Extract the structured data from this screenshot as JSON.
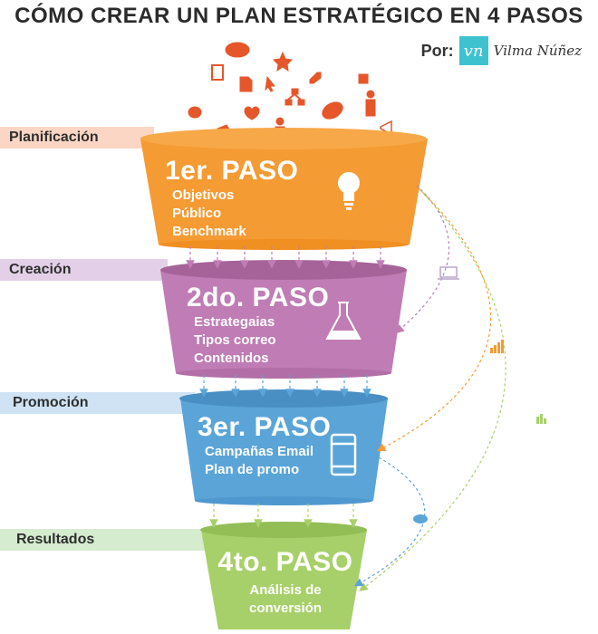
{
  "title": "CÓMO CREAR UN PLAN ESTRATÉGICO EN 4 PASOS",
  "byline": {
    "prefix": "Por:",
    "logo_text": "vn",
    "author": "Vilma Núñez"
  },
  "stages": [
    {
      "label": "Planificación",
      "band_color": "#fbd6c4"
    },
    {
      "label": "Creación",
      "band_color": "#e3d0e8"
    },
    {
      "label": "Promoción",
      "band_color": "#cfe3f4"
    },
    {
      "label": "Resultados",
      "band_color": "#d5eccf"
    }
  ],
  "steps": [
    {
      "heading": "1er. PASO",
      "items": [
        "Objetivos",
        "Público",
        "Benchmark"
      ],
      "color": "#f59b33",
      "icon": "lightbulb-icon"
    },
    {
      "heading": "2do. PASO",
      "items": [
        "Estrategaias",
        "Tipos correo",
        "Contenidos"
      ],
      "color": "#c07cb5",
      "icon": "flask-icon"
    },
    {
      "heading": "3er. PASO",
      "items": [
        "Campañas Email",
        "Plan de promo"
      ],
      "color": "#5aa4d8",
      "icon": "smartphone-icon"
    },
    {
      "heading": "4to. PASO",
      "items": [
        "Análisis de",
        "conversión"
      ],
      "color": "#a8d06a",
      "icon": "none"
    }
  ],
  "colors": {
    "orange": "#f59b33",
    "purple": "#c07cb5",
    "blue": "#5aa4d8",
    "green": "#a8d06a",
    "accent_red": "#e5572b"
  }
}
